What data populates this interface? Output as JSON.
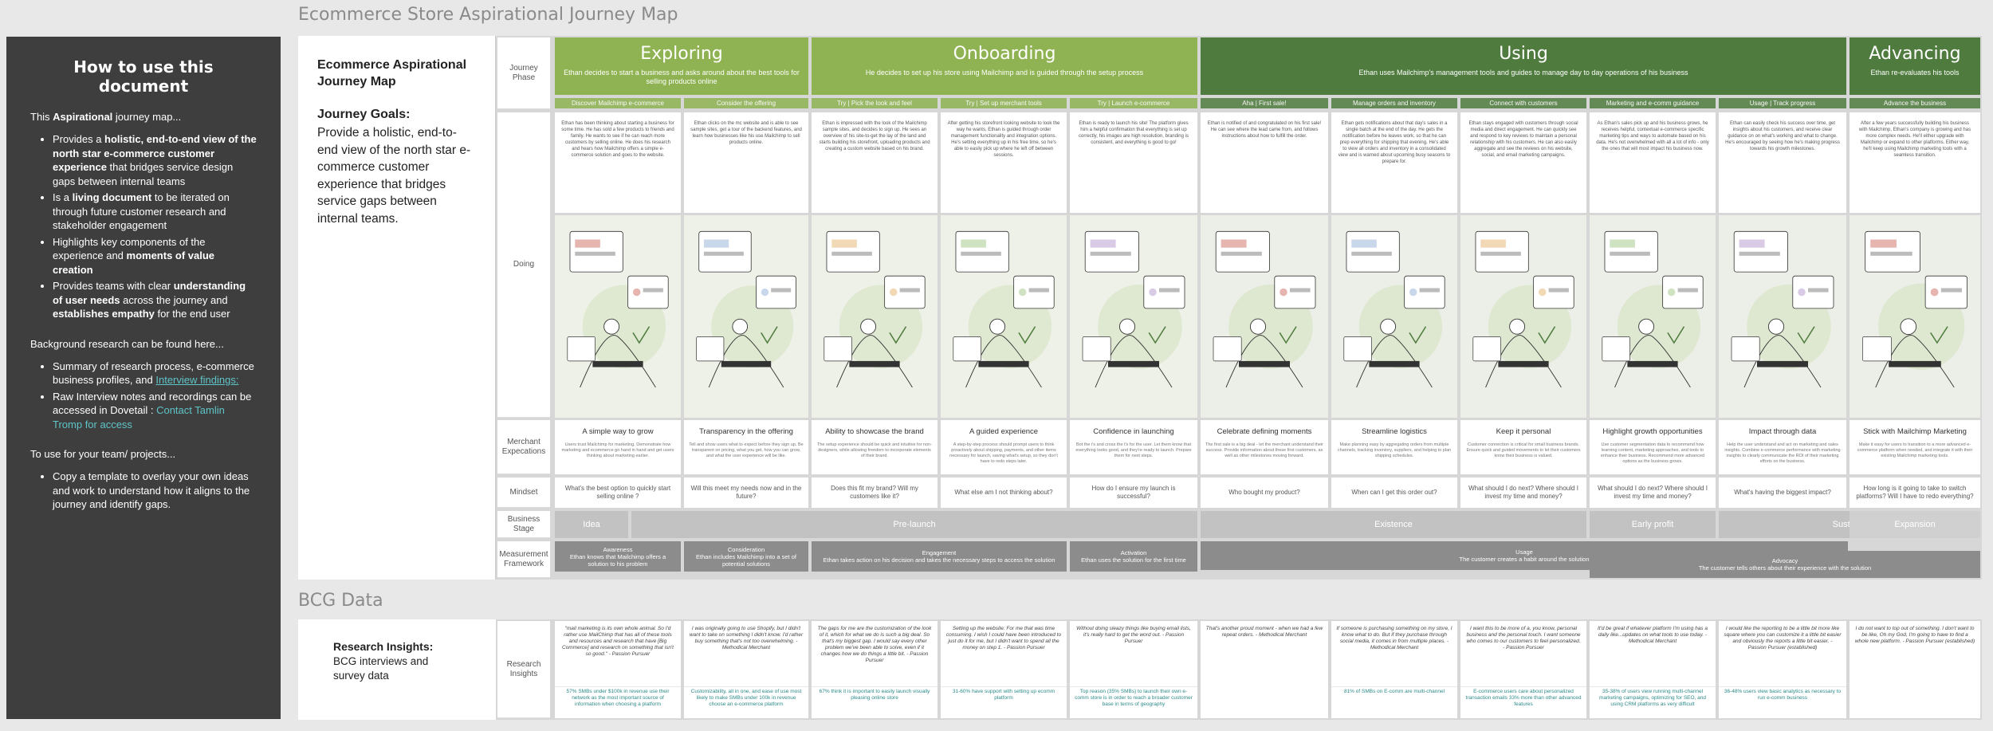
{
  "page_title": "Ecommerce Store Aspirational Journey Map",
  "sidebar": {
    "heading": "How to use this document",
    "intro_prefix": "This ",
    "intro_bold": "Aspirational",
    "intro_suffix": " journey map...",
    "bullets": [
      [
        "Provides a ",
        "holistic, end-to-end view of the north star e-commerce customer experience",
        " that bridges service design gaps between internal teams"
      ],
      [
        "Is a ",
        "living document",
        " to be iterated on through future customer research and stakeholder engagement"
      ],
      [
        "Highlights key components of the experience and ",
        "moments of value creation",
        ""
      ],
      [
        "Provides teams with clear ",
        "understanding of user needs",
        " across the journey and "
      ]
    ],
    "bullet4_bold2": "establishes empathy",
    "bullet4_tail": " for the end user",
    "research_heading": "Background research can be found here...",
    "research_1": "Summary of research process, e-commerce business profiles, and",
    "research_1_link": "Interview findings:",
    "research_2": "Raw Interview notes and recordings can be accessed in Dovetail : ",
    "research_2_link": "Contact Tamlin Tromp for access",
    "use_heading": "To use for your team/ projects...",
    "use_1": "Copy a template to overlay your own ideas and work to understand how it aligns to the journey and identify gaps."
  },
  "left_panel": {
    "title": "Ecommerce Aspirational Journey Map",
    "goals_label": "Journey Goals:",
    "goals_text": "Provide a holistic, end-to-end view of the north star e-commerce customer experience that bridges service gaps between internal teams."
  },
  "row_labels": {
    "phase": "Journey Phase",
    "doing": "Doing",
    "expect": "Merchant Expecations",
    "mind": "Mindset",
    "stage": "Business Stage",
    "measure": "Measurement Framework",
    "research": "Research Insights"
  },
  "phases": [
    {
      "name": "Exploring",
      "desc": "Ethan decides to start a business and asks around about the best tools for selling products online",
      "color": "#8fb352"
    },
    {
      "name": "Onboarding",
      "desc": "He decides to set up his store using Mailchimp and is guided through the setup process",
      "color": "#8fb352"
    },
    {
      "name": "Using",
      "desc": "Ethan uses Mailchimp's management tools and guides to manage day to day operations of his business",
      "color": "#4f7c3e"
    },
    {
      "name": "Advancing",
      "desc": "Ethan re-evaluates his tools",
      "color": "#4f7c3e"
    }
  ],
  "substages": [
    "Discover Mailchimp e-commerce",
    "Consider the offering",
    "Try | Pick the look and feel",
    "Try | Set up merchant tools",
    "Try | Launch e-commerce",
    "Aha | First sale!",
    "Manage orders and inventory",
    "Connect with customers",
    "Marketing and e-comm guidance",
    "Usage | Track progress",
    "Advance the business"
  ],
  "narratives": [
    "Ethan has been thinking about starting a business for some time. He has sold a few products to friends and family. He wants to see if he can reach more customers by selling online. He does his research and hears how Mailchimp offers a simple e-commerce solution and goes to the website.",
    "Ethan clicks on the mc website and is able to see sample sites, get a tour of the backend features, and learn how businesses like his use Mailchimp to sell products online.",
    "Ethan is impressed with the look of the Mailchimp sample sites, and decides to sign up. He sees an overview of his site-to-get the lay of the land and starts building his storefront, uploading products and creating a custom website based on his brand.",
    "After getting his storefront looking website to look the way he wants, Ethan is guided through order management functionality and integration options. He's setting everything up in his free time, so he's able to easily pick up where he left off between sessions.",
    "Ethan is ready to launch his site! The platform gives him a helpful confirmation that everything is set up correctly, his images are high resolution, branding is consistent, and everything is good to go!",
    "Ethan is notified of and congratulated on his first sale! He can see where the lead came from, and follows instructions about how to fulfill the order.",
    "Ethan gets notifications about that day's sales in a single batch at the end of the day. He gets the notification before he leaves work, so that he can prep everything for shipping that evening. He's able to view all orders and inventory in a consolidated view and is warned about upcoming busy seasons to prepare for.",
    "Ethan stays engaged with customers through social media and direct engagement. He can quickly see and respond to key reviews to maintain a personal relationship with his customers. He can also easily aggregate and see the reviews on his website, social, and email marketing campaigns.",
    "As Ethan's sales pick up and his business grows, he receives helpful, contextual e-commerce specific marketing tips and ways to automate based on his data. He's not overwhelmed with all a lot of info - only the ones that will most impact his business now.",
    "Ethan can easily check his success over time, get insights about his customers, and receive clear guidance on on what's working and what to change. He's encouraged by seeing how he's making progress towards his growth milestones.",
    "After a few years successfully building his business with Mailchimp, Ethan's company is growing and has more complex needs. He'll either upgrade with Mailchimp or expand to other platforms. Either way, he'll keep using Mailchimp marketing tools with a seamless transition."
  ],
  "expectations": [
    {
      "title": "A simple way to grow",
      "text": "Users trust Mailchimp for marketing. Demonstrate how marketing and ecommerce go hand in hand and get users thinking about marketing earlier."
    },
    {
      "title": "Transparency in the offering",
      "text": "Tell and show users what to expect before they sign up. Be transparent on pricing, what you get, how you can grow, and what the user experience will be like."
    },
    {
      "title": "Ability to showcase the brand",
      "text": "The setup experience should be quick and intuitive for non-designers, while allowing freedom to incorporate elements of their brand."
    },
    {
      "title": "A guided experience",
      "text": "A step-by-step process should prompt users to think proactively about shipping, payments, and other items necessary for launch, saving what's setup, so they don't have to redo steps later."
    },
    {
      "title": "Confidence in launching",
      "text": "Bot the i's and cross the t's for the user. Let them know that everything looks good, and they're ready to launch. Prepare them for next steps."
    },
    {
      "title": "Celebrate defining moments",
      "text": "The first sale is a big deal - let the merchant understand their success. Provide information about these first customers, as well as other milestones moving forward."
    },
    {
      "title": "Streamline logistics",
      "text": "Make planning easy by aggregating orders from multiple channels, tracking inventory, suppliers, and helping to plan shipping schedules."
    },
    {
      "title": "Keep it personal",
      "text": "Customer connection is critical for small business brands. Ensure quick and guided movements to let their customers know their business is valued."
    },
    {
      "title": "Highlight growth opportunities",
      "text": "Use customer segmentation data to recommend how learning content, marketing approaches, and tools to enhance their business. Recommend more advanced options as the business grows."
    },
    {
      "title": "Impact through data",
      "text": "Help the user understand and act on marketing and sales insights. Combine e-commerce performance with marketing insights to clearly communicate the ROI of their marketing efforts on the business."
    },
    {
      "title": "Stick with Mailchimp Marketing",
      "text": "Make it easy for users to transition to a more advanced e-commerce platform when needed, and integrate it with their existing Mailchimp marketing tools."
    }
  ],
  "mindsets": [
    "What's the best option to quickly start selling online ?",
    "Will this meet my needs now and in the future?",
    "Does this fit my brand? Will my customers like it?",
    "What else am I not thinking about?",
    "How do I ensure my launch is successful?",
    "Who bought my product?",
    "When can I get this order out?",
    "What should I do next? Where should I invest my time and money?",
    "What should I do next? Where should I invest my time and money?",
    "What's having the biggest impact?",
    "How long is it going to take to switch platforms? Will I have to redo everything?"
  ],
  "stages": [
    "Idea",
    "Pre-launch",
    "Existence",
    "Early profit",
    "Sustain",
    "Expansion"
  ],
  "measures": [
    {
      "title": "Awareness",
      "desc": "Ethan knows that Mailchimp offers a solution to his problem"
    },
    {
      "title": "Consideration",
      "desc": "Ethan includes Mailchimp into a set of potential solutions"
    },
    {
      "title": "Engagement",
      "desc": "Ethan takes action on his decision and takes the necessary steps to access the solution"
    },
    {
      "title": "Activation",
      "desc": "Ethan uses the solution for the first time"
    },
    {
      "title": "Usage",
      "desc": "The customer creates a habit around the solution"
    },
    {
      "title": "Advocacy",
      "desc": "The customer tells others about their experience with the solution"
    }
  ],
  "bcg_title": "BCG Data",
  "bcg_left": {
    "title": "Research Insights:",
    "text": "BCG interviews and survey data"
  },
  "quotes": [
    {
      "q": "\"mail marketing is its own whole animal. So I'd rather use MailChimp that has all of these tools and resources and research that have [Big Commerce] and research on something that isn't so good.\" - Passion Pursuer",
      "s": "57% SMBs under $100k in revenue use their network as the most important source of information when choosing a platform"
    },
    {
      "q": "I was originally going to use Shopify, but I didn't want to take on something I didn't know. I'd rather buy something that's not too overwhelming. - Methodical Merchant",
      "s": "Customizability, all in one, and ease of use most likely to make SMBs under 100k in revenue choose an e-commerce platform"
    },
    {
      "q": "The gaps for me are the customization of the look of it, which for what we do is such a big deal. So that's my biggest gap. I would say every other problem we've been able to solve, even if it changes how we do things a little bit. - Passion Pursuer",
      "s": "67% think it is important to easily launch visually pleasing online store"
    },
    {
      "q": "Setting up the website: For me that was time consuming. I wish I could have been introduced to just do it for me, but I didn't want to spend all the money on step 1. - Passion Pursuer",
      "s": "31-60% have support with setting up ecomm platform"
    },
    {
      "q": "Without doing sleazy things like buying email lists, it's really hard to get the word out. - Passion Pursuer",
      "s": "Top reason (35% SMBs) to launch their own e-comm store is in order to reach a broader customer base in terms of geography"
    },
    {
      "q": "That's another proud moment - when we had a few repeat orders. - Methodical Merchant",
      "s": ""
    },
    {
      "q": "If someone is purchasing something on my store, I know what to do. But if they purchase through social media, it comes in from multiple places. - Methodical Merchant",
      "s": "81% of SMBs on E-comm are multi-channel"
    },
    {
      "q": "I want this to be more of a, you know, personal business and the personal touch. I want someone who comes to our customers to feel personalized. - Passion Pursuer",
      "s": "E-commerce users care about personalized transaction emails 33% more than other advanced features"
    },
    {
      "q": "It'd be great if whatever platform I'm using has a daily like...updates on what tools to use today. - Methodical Merchant",
      "s": "35-38% of users view running multi-channel marketing campaigns, optimizing for SEO, and using CRM platforms as very difficult"
    },
    {
      "q": "I would like the reporting to be a little bit more like square where you can customize it a little bit easier and obviously the reports a little bit easier. - Passion Pursuer (established)",
      "s": "36-48% users view basic analytics as necessary to run e-comm business"
    },
    {
      "q": "I do not want to top out of something. I don't want to be like, Oh my God, I'm going to have to find a whole new platform. - Passion Pursuer (established)",
      "s": ""
    }
  ]
}
